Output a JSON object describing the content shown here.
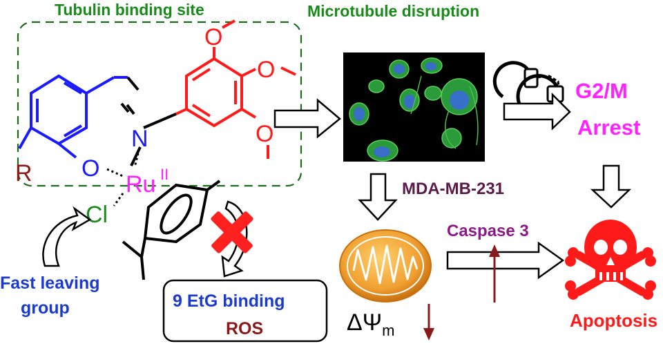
{
  "labels": {
    "tubulin_site": "Tubulin binding site",
    "microtubule": "Microtubule disruption",
    "g2m": "G2/M",
    "arrest": "Arrest",
    "cell_line": "MDA-MB-231",
    "caspase": "Caspase 3",
    "fast_leaving_1": "Fast leaving",
    "fast_leaving_2": "group",
    "etg_binding": "9 EtG binding",
    "ros": "ROS",
    "apoptosis": "Apoptosis",
    "delta_psi": "ΔΨ",
    "delta_psi_sub": "m"
  },
  "atoms": {
    "O_methoxy_1": "O",
    "O_methoxy_2": "O",
    "O_methoxy_3": "O",
    "N_imine": "N",
    "O_phenolate": "O",
    "R_group": "R",
    "Ru": "Ru",
    "Ru_oxidation": "II",
    "Cl": "Cl"
  },
  "colors": {
    "green_label": "#1a8a1a",
    "blue_ring": "#1a1aff",
    "red_ring": "#ff1a1a",
    "magenta": "#ff22ff",
    "dark_purple": "#5a1a4a",
    "purple": "#8a1a8a",
    "dark_red": "#8a1a1a",
    "blue_text": "#1a3ad0",
    "red_cross": "#ff2020",
    "orange_mito": "#f0a030",
    "skull_red": "#ff1a1a"
  },
  "icons": [
    "microscopy-image",
    "handcuffs-icon",
    "mitochondrion-icon",
    "skull-crossbones-icon",
    "cross-mark-icon"
  ]
}
